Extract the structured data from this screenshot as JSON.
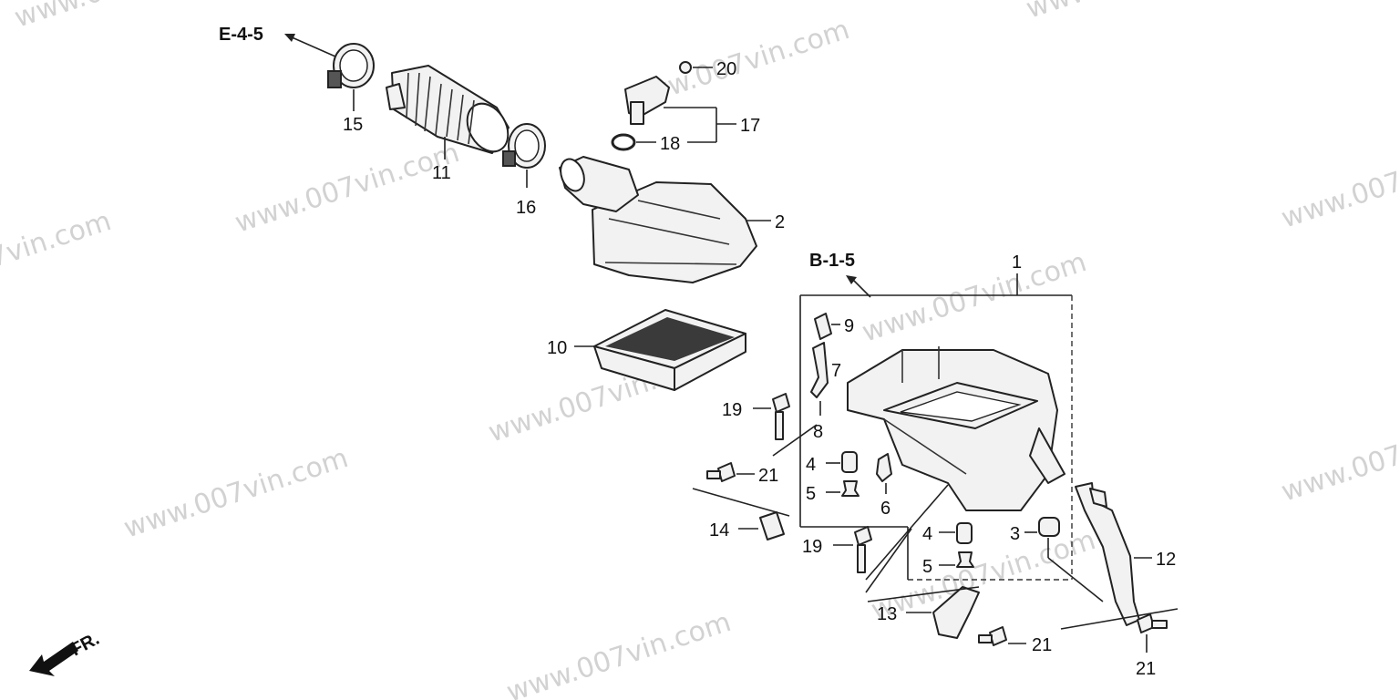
{
  "watermark": "www.007vin.com",
  "references": {
    "e45": "E-4-5",
    "b15": "B-1-5",
    "front": "FR."
  },
  "callouts": {
    "c1": "1",
    "c2": "2",
    "c3": "3",
    "c4a": "4",
    "c4b": "4",
    "c5a": "5",
    "c5b": "5",
    "c6": "6",
    "c7": "7",
    "c8": "8",
    "c9": "9",
    "c10": "10",
    "c11": "11",
    "c12": "12",
    "c13": "13",
    "c14": "14",
    "c15": "15",
    "c16": "16",
    "c17": "17",
    "c18": "18",
    "c19a": "19",
    "c19b": "19",
    "c20": "20",
    "c21a": "21",
    "c21b": "21",
    "c21c": "21"
  },
  "icons": {
    "front_arrow": "arrow-left-down-icon"
  }
}
